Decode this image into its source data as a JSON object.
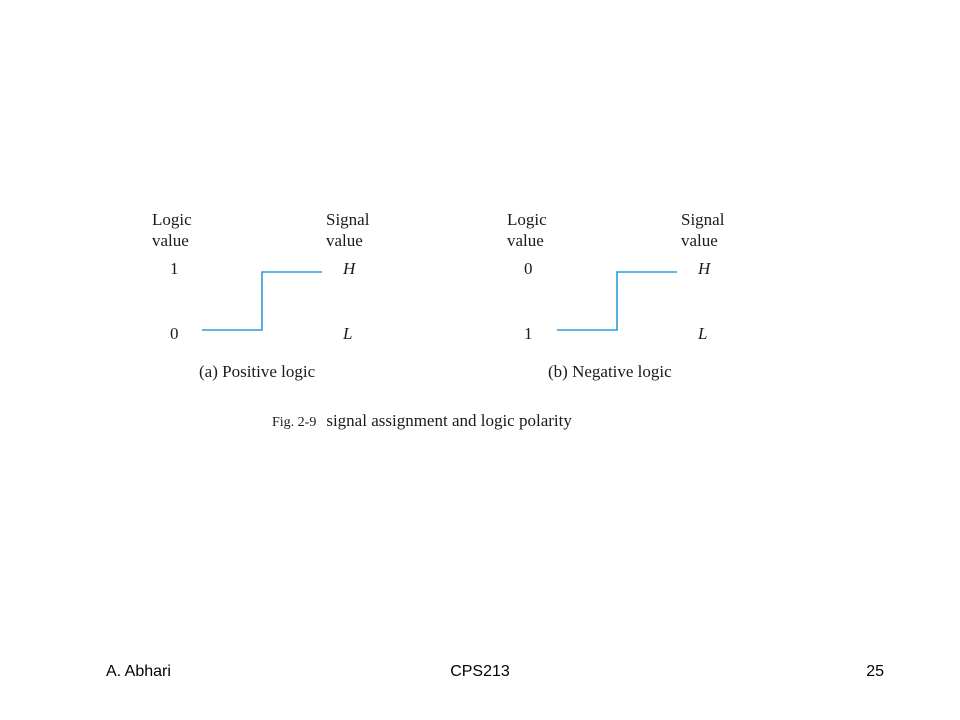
{
  "diagram_a": {
    "logic_heading_line1": "Logic",
    "logic_heading_line2": "value",
    "signal_heading_line1": "Signal",
    "signal_heading_line2": "value",
    "high_logic_value": "1",
    "low_logic_value": "0",
    "high_signal": "H",
    "low_signal": "L",
    "caption": "(a) Positive logic"
  },
  "diagram_b": {
    "logic_heading_line1": "Logic",
    "logic_heading_line2": "value",
    "signal_heading_line1": "Signal",
    "signal_heading_line2": "value",
    "high_logic_value": "0",
    "low_logic_value": "1",
    "high_signal": "H",
    "low_signal": "L",
    "caption": "(b) Negative logic"
  },
  "figure": {
    "number": "Fig. 2-9",
    "title": "signal assignment and logic polarity"
  },
  "footer": {
    "author": "A. Abhari",
    "course": "CPS213",
    "page_number": "25"
  },
  "colors": {
    "waveform": "#2a9fd8",
    "text": "#1a1a1a"
  }
}
